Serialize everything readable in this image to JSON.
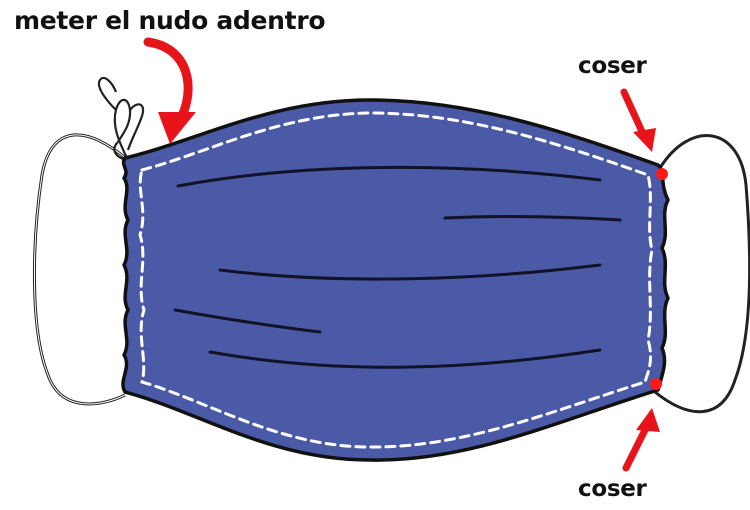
{
  "labels": {
    "knot_instruction": "meter el nudo adentro",
    "sew_top": "coser",
    "sew_bottom": "coser"
  },
  "colors": {
    "mask_fill": "#4a5aa6",
    "mask_outline": "#111111",
    "stitch": "#ffffff",
    "pleat": "#121326",
    "arrow": "#e8141b",
    "sew_point": "#ff1a1a",
    "elastic_stroke": "#222222"
  },
  "icons": {
    "knot": "loop-knot-icon",
    "arrows": "red-arrow-icon",
    "sew_points": "red-dot-icon"
  }
}
